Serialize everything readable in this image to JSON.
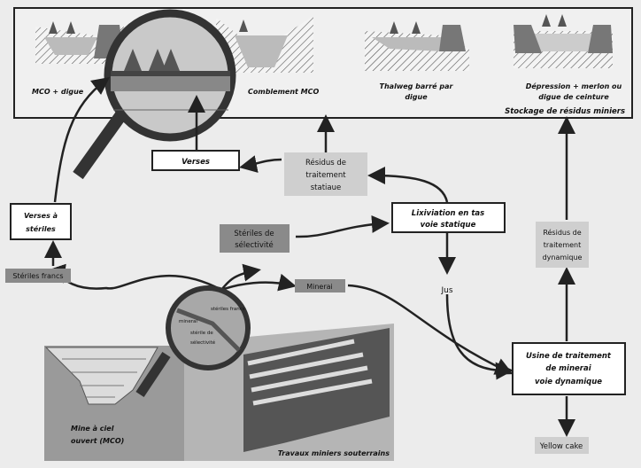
{
  "storage": {
    "title": "Stockage de résidus miniers",
    "options": [
      {
        "label_1": "MCO + digue",
        "label_2": ""
      },
      {
        "label_1": "Comblement MCO",
        "label_2": ""
      },
      {
        "label_1": "Thalweg barré par",
        "label_2": "digue"
      },
      {
        "label_1": "Dépression + merlon ou",
        "label_2": "digue de ceinture"
      }
    ]
  },
  "nodes": {
    "verses": "Verses",
    "residus_statique": [
      "Résidus de",
      "traitement",
      "statiaue"
    ],
    "verses_steriles": [
      "Verses à",
      "stériles"
    ],
    "lixiviation": [
      "Lixiviation en tas",
      "voie statique"
    ],
    "steriles_selectivite": [
      "Stériles de",
      "sélectivité"
    ],
    "steriles_francs": "Stériles francs",
    "minerai": "Minerai",
    "jus": "Jus",
    "residus_dynamique": [
      "Résidus de",
      "traitement",
      "dynamique"
    ],
    "usine": [
      "Usine de traitement",
      "de minerai",
      "voie dynamique"
    ],
    "yellow_cake": "Yellow cake"
  },
  "mines": {
    "open_pit": [
      "Mine à ciel",
      "ouvert (MCO)"
    ],
    "underground": "Travaux miniers souterrains",
    "lens_labels": [
      "stériles francs",
      "minerai",
      "stérile de",
      "sélectivité"
    ]
  },
  "colors": {
    "light_box": "#cfcfcf",
    "dark_box": "#8a8a8a",
    "border": "#222222"
  }
}
